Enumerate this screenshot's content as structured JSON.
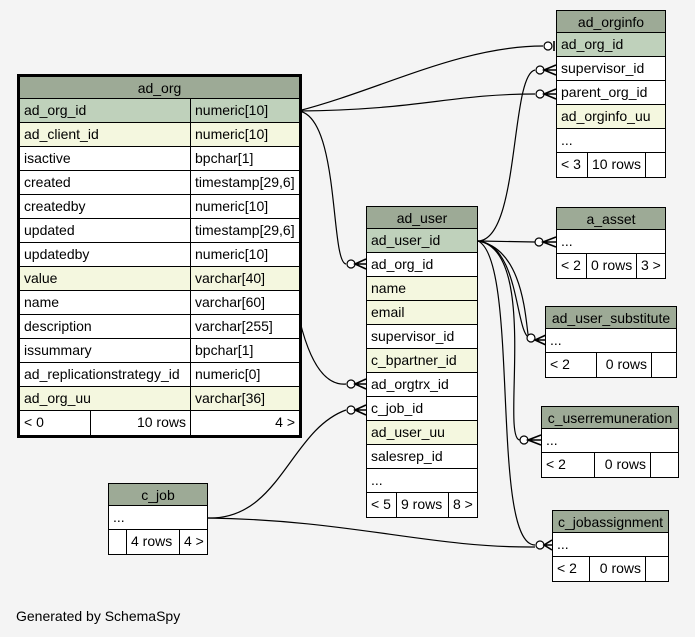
{
  "footer": "Generated by SchemaSpy",
  "tables": {
    "ad_org": {
      "name": "ad_org",
      "columns": [
        {
          "name": "ad_org_id",
          "type": "numeric[10]"
        },
        {
          "name": "ad_client_id",
          "type": "numeric[10]"
        },
        {
          "name": "isactive",
          "type": "bpchar[1]"
        },
        {
          "name": "created",
          "type": "timestamp[29,6]"
        },
        {
          "name": "createdby",
          "type": "numeric[10]"
        },
        {
          "name": "updated",
          "type": "timestamp[29,6]"
        },
        {
          "name": "updatedby",
          "type": "numeric[10]"
        },
        {
          "name": "value",
          "type": "varchar[40]"
        },
        {
          "name": "name",
          "type": "varchar[60]"
        },
        {
          "name": "description",
          "type": "varchar[255]"
        },
        {
          "name": "issummary",
          "type": "bpchar[1]"
        },
        {
          "name": "ad_replicationstrategy_id",
          "type": "numeric[0]"
        },
        {
          "name": "ad_org_uu",
          "type": "varchar[36]"
        }
      ],
      "footer": {
        "parents": "< 0",
        "rows": "10 rows",
        "children": "4 >"
      }
    },
    "ad_orginfo": {
      "name": "ad_orginfo",
      "columns": [
        "ad_org_id",
        "supervisor_id",
        "parent_org_id",
        "ad_orginfo_uu",
        "..."
      ],
      "footer": {
        "parents": "< 3",
        "rows": "10 rows",
        "children": ""
      }
    },
    "ad_user": {
      "name": "ad_user",
      "columns": [
        "ad_user_id",
        "ad_org_id",
        "name",
        "email",
        "supervisor_id",
        "c_bpartner_id",
        "ad_orgtrx_id",
        "c_job_id",
        "ad_user_uu",
        "salesrep_id",
        "..."
      ],
      "footer": {
        "parents": "< 5",
        "rows": "9 rows",
        "children": "8 >"
      }
    },
    "a_asset": {
      "name": "a_asset",
      "columns": [
        "..."
      ],
      "footer": {
        "parents": "< 2",
        "rows": "0 rows",
        "children": "3 >"
      }
    },
    "ad_user_substitute": {
      "name": "ad_user_substitute",
      "columns": [
        "..."
      ],
      "footer": {
        "parents": "< 2",
        "rows": "0 rows",
        "children": ""
      }
    },
    "c_userremuneration": {
      "name": "c_userremuneration",
      "columns": [
        "..."
      ],
      "footer": {
        "parents": "< 2",
        "rows": "0 rows",
        "children": ""
      }
    },
    "c_job": {
      "name": "c_job",
      "columns": [
        "..."
      ],
      "footer": {
        "parents": "",
        "rows": "4 rows",
        "children": "4 >"
      }
    },
    "c_jobassignment": {
      "name": "c_jobassignment",
      "columns": [
        "..."
      ],
      "footer": {
        "parents": "< 2",
        "rows": "0 rows",
        "children": ""
      }
    }
  },
  "colors": {
    "header": "#9daa96",
    "primary_key": "#bfd1bb",
    "indexed": "#f4f7df",
    "background": "#f4f4f4"
  }
}
